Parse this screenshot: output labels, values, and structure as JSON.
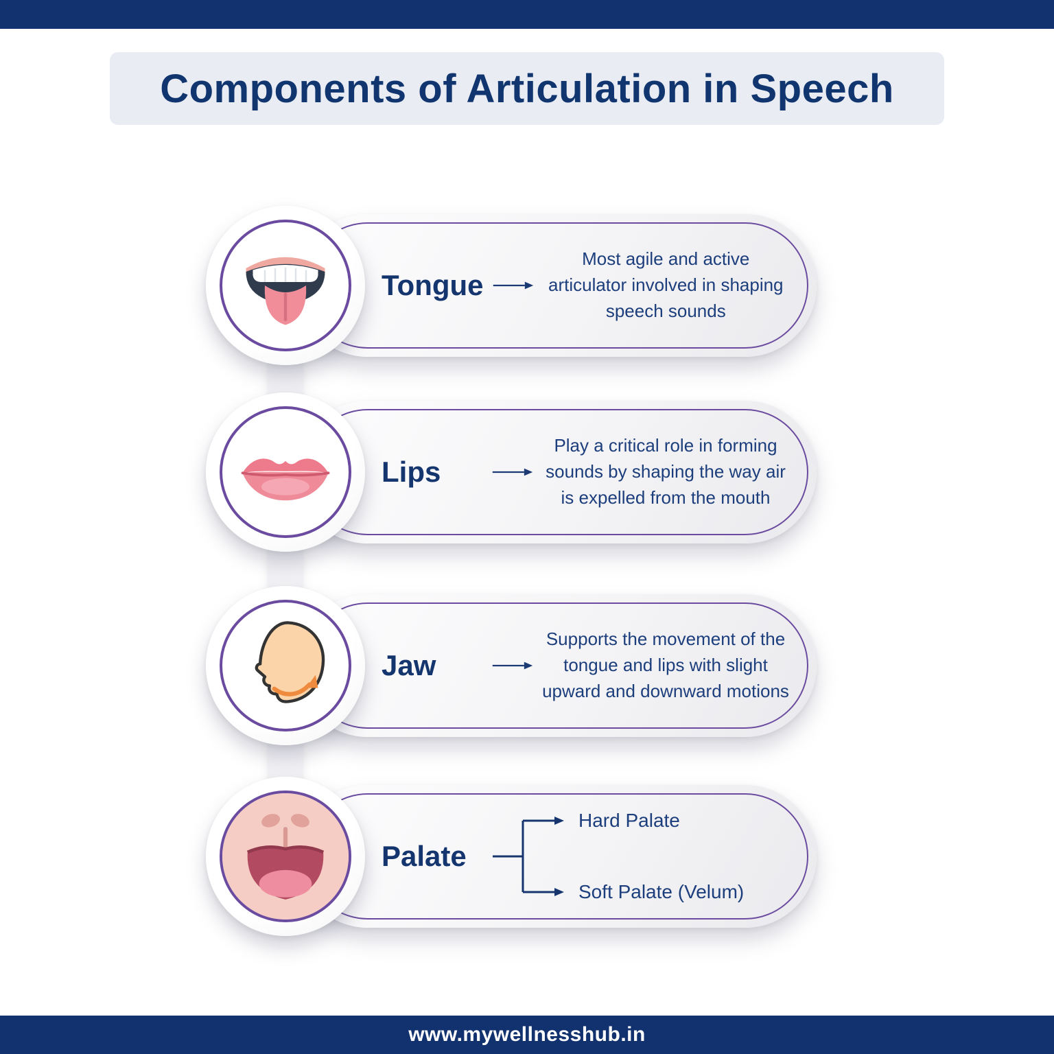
{
  "header": {
    "title": "Components of Articulation in Speech"
  },
  "footer": {
    "url": "www.mywellnesshub.in"
  },
  "rows": [
    {
      "icon": "tongue-icon",
      "label": "Tongue",
      "description": "Most agile and active articulator involved in shaping speech sounds"
    },
    {
      "icon": "lips-icon",
      "label": "Lips",
      "description": "Play a critical role in forming sounds by shaping the way air is expelled from the mouth"
    },
    {
      "icon": "jaw-icon",
      "label": "Jaw",
      "description": "Supports the movement of the tongue and lips with slight upward and downward motions"
    },
    {
      "icon": "palate-icon",
      "label": "Palate",
      "branches": [
        "Hard Palate",
        "Soft Palate (Velum)"
      ]
    }
  ],
  "colors": {
    "navy_bar": "#12326f",
    "title_text": "#10356f",
    "body_text": "#1d3e7c",
    "purple_outline": "#6a4b9f",
    "banner_bg": "#e9ecf3"
  }
}
